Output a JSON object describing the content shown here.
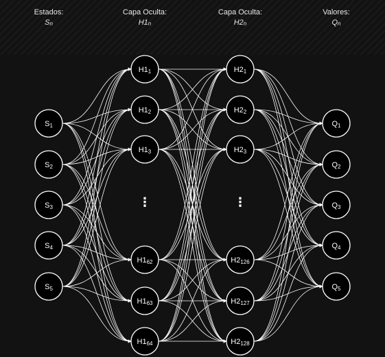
{
  "colors": {
    "background": "#121212",
    "node_fill": "#000000",
    "stroke": "#ffffff"
  },
  "headers": {
    "states": {
      "title": "Estados:",
      "symbol": "S",
      "index": "n"
    },
    "hidden1": {
      "title": "Capa Oculta:",
      "symbol": "H1",
      "index": "n"
    },
    "hidden2": {
      "title": "Capa Oculta:",
      "symbol": "H2",
      "index": "n"
    },
    "values": {
      "title": "Valores:",
      "symbol": "Q",
      "index": "n"
    }
  },
  "layers": {
    "states": [
      {
        "base": "S",
        "sub": "1"
      },
      {
        "base": "S",
        "sub": "2"
      },
      {
        "base": "S",
        "sub": "3"
      },
      {
        "base": "S",
        "sub": "4"
      },
      {
        "base": "S",
        "sub": "5"
      }
    ],
    "hidden1": [
      {
        "base": "H1",
        "sub": "1"
      },
      {
        "base": "H1",
        "sub": "2"
      },
      {
        "base": "H1",
        "sub": "3"
      },
      {
        "base": "H1",
        "sub": "62"
      },
      {
        "base": "H1",
        "sub": "63"
      },
      {
        "base": "H1",
        "sub": "64"
      }
    ],
    "hidden2": [
      {
        "base": "H2",
        "sub": "1"
      },
      {
        "base": "H2",
        "sub": "2"
      },
      {
        "base": "H2",
        "sub": "3"
      },
      {
        "base": "H2",
        "sub": "126"
      },
      {
        "base": "H2",
        "sub": "127"
      },
      {
        "base": "H2",
        "sub": "128"
      }
    ],
    "values": [
      {
        "base": "Q",
        "sub": "1"
      },
      {
        "base": "Q",
        "sub": "2"
      },
      {
        "base": "Q",
        "sub": "3"
      },
      {
        "base": "Q",
        "sub": "4"
      },
      {
        "base": "Q",
        "sub": "5"
      }
    ]
  },
  "ellipsis": "⋮"
}
